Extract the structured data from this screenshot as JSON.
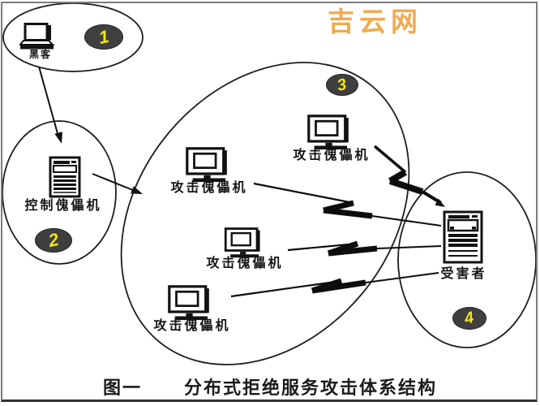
{
  "watermark": {
    "text": "吉云网"
  },
  "caption": {
    "figure_label": "图一",
    "title": "分布式拒绝服务攻击体系结构"
  },
  "nodes": {
    "hacker": {
      "label": "黑客",
      "badge": "1"
    },
    "control": {
      "label": "控制傀儡机",
      "badge": "2"
    },
    "agents": {
      "badge": "3",
      "machines": [
        {
          "label": "攻击傀儡机"
        },
        {
          "label": "攻击傀儡机"
        },
        {
          "label": "攻击傀儡机"
        },
        {
          "label": "攻击傀儡机"
        }
      ]
    },
    "victim": {
      "label": "受害者",
      "badge": "4"
    }
  },
  "colors": {
    "badge_background": "#3f3f3f",
    "badge_number": "#efe31c",
    "watermark": "#f0a03c",
    "line": "#141414",
    "background": "#ffffff"
  }
}
